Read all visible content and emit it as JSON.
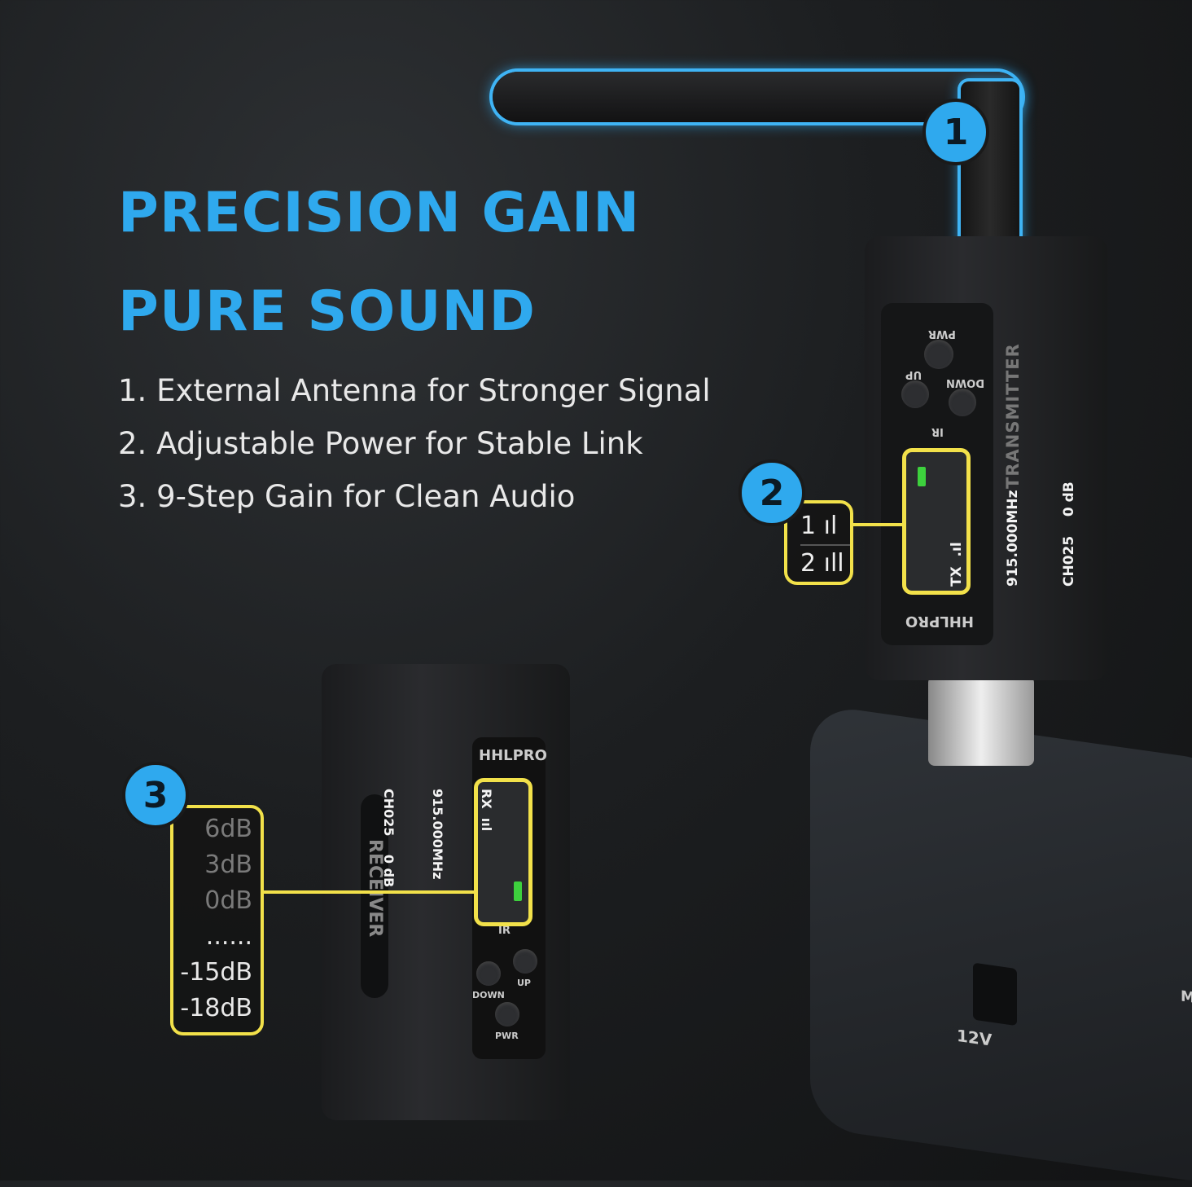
{
  "headline": {
    "line1": "PRECISION GAIN",
    "line2": "PURE SOUND"
  },
  "features": [
    "1.  External Antenna for Stronger Signal",
    "2.  Adjustable Power for Stable Link",
    "3.  9-Step Gain for Clean Audio"
  ],
  "badges": [
    "1",
    "2",
    "3"
  ],
  "power_levels": [
    "1 ıl",
    "2 ıll"
  ],
  "gain_steps": [
    "6dB",
    "3dB",
    "0dB",
    "......",
    "-15dB",
    "-18dB"
  ],
  "transmitter": {
    "side_label": "TRANSMITTER",
    "brand": "HHLPRO",
    "buttons": [
      "PWR",
      "UP",
      "DOWN"
    ],
    "ir": "IR",
    "screen": [
      "TX  .ıl",
      "915.000MHz",
      "CH025    0 dB"
    ]
  },
  "receiver": {
    "side_label": "RECEIVER",
    "brand": "HHLPRO",
    "buttons": [
      "DOWN",
      "UP",
      "PWR"
    ],
    "ir": "IR",
    "screen": [
      "RX  ııl",
      "915.000MHz",
      "CH025    0 dB"
    ]
  },
  "mixer": {
    "power_label": "12V",
    "side_letter": "M"
  },
  "colors": {
    "accent": "#2fa9ee",
    "highlight": "#f2e14a"
  }
}
